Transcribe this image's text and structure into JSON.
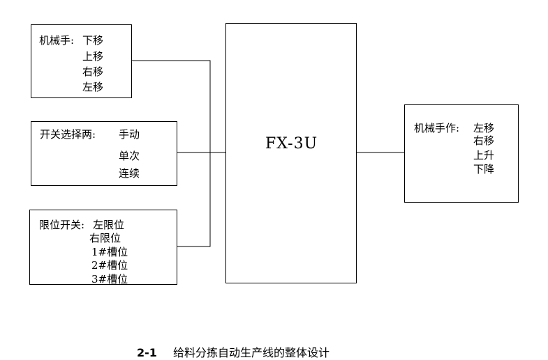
{
  "robot_inputs": {
    "label": "机械手:",
    "items": [
      "下移",
      "上移",
      "右移",
      "左移"
    ]
  },
  "mode_switch": {
    "label": "开关选择两:",
    "items": [
      "手动",
      "单次",
      "连续"
    ]
  },
  "limit_switch": {
    "label": "限位开关:",
    "items": [
      "左限位",
      "右限位",
      "1#槽位",
      "2#槽位",
      "3#槽位"
    ]
  },
  "controller": {
    "label": "FX-3U"
  },
  "robot_outputs": {
    "label": "机械手作:",
    "items": [
      "左移",
      "右移",
      "上升",
      "下降"
    ]
  },
  "caption": {
    "number": "2-1",
    "text": "给料分拣自动生产线的整体设计"
  }
}
